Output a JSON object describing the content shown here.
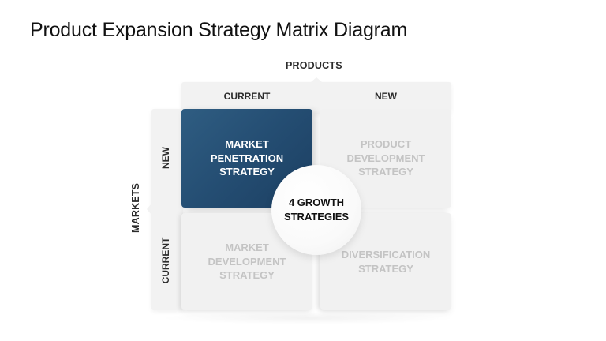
{
  "title": "Product Expansion Strategy Matrix Diagram",
  "axes": {
    "products": "PRODUCTS",
    "markets": "MARKETS"
  },
  "columns": [
    "CURRENT",
    "NEW"
  ],
  "rows": [
    "NEW",
    "CURRENT"
  ],
  "cells": {
    "top_left": "MARKET PENETRATION STRATEGY",
    "top_right": "PRODUCT DEVELOPMENT STRATEGY",
    "bottom_left": "MARKET DEVELOPMENT STRATEGY",
    "bottom_right": "DIVERSIFICATION STRATEGY"
  },
  "center": "4 GROWTH STRATEGIES",
  "colors": {
    "highlight": "#244d72",
    "muted_text": "#c4c4c4",
    "panel": "#f2f2f2"
  }
}
